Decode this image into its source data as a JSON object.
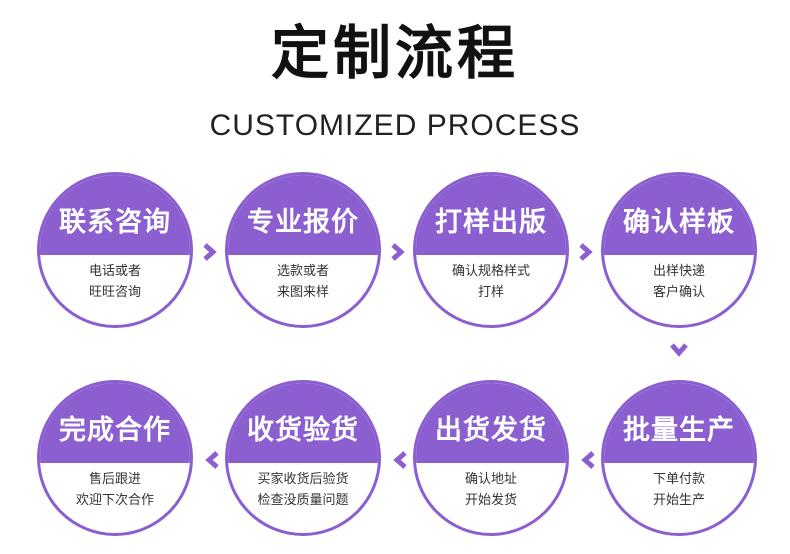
{
  "header": {
    "title": "定制流程",
    "subtitle": "CUSTOMIZED PROCESS"
  },
  "accent_color": "#8b5fd0",
  "steps": [
    {
      "title": "联系咨询",
      "line1": "电话或者",
      "line2": "旺旺咨询"
    },
    {
      "title": "专业报价",
      "line1": "选款或者",
      "line2": "来图来样"
    },
    {
      "title": "打样出版",
      "line1": "确认规格样式",
      "line2": "打样"
    },
    {
      "title": "确认样板",
      "line1": "出样快递",
      "line2": "客户确认"
    },
    {
      "title": "批量生产",
      "line1": "下单付款",
      "line2": "开始生产"
    },
    {
      "title": "出货发货",
      "line1": "确认地址",
      "line2": "开始发货"
    },
    {
      "title": "收货验货",
      "line1": "买家收货后验货",
      "line2": "检查没质量问题"
    },
    {
      "title": "完成合作",
      "line1": "售后跟进",
      "line2": "欢迎下次合作"
    }
  ],
  "arrows": [
    "chevron-right-icon",
    "chevron-down-icon",
    "chevron-left-icon"
  ]
}
